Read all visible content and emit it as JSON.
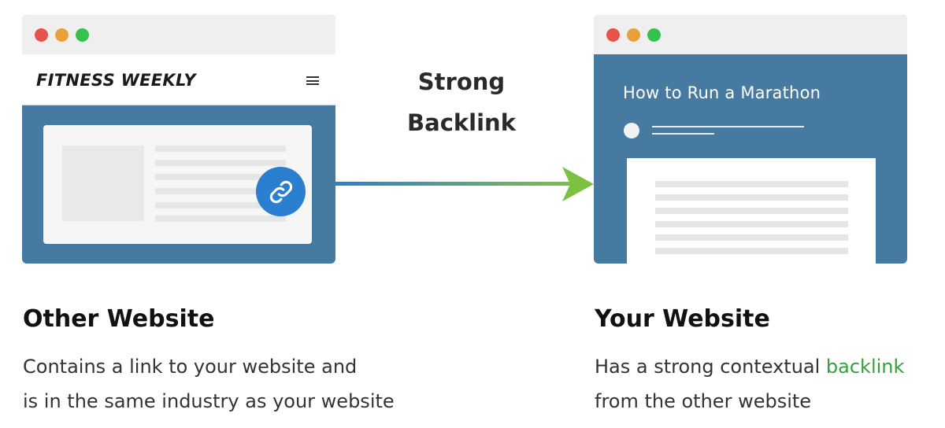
{
  "left_site": {
    "logo": "FITNESS WEEKLY",
    "icons": {
      "menu": "hamburger-icon",
      "link": "link-icon"
    },
    "colors": {
      "body": "#467aa0",
      "link_badge": "#2b7fd0"
    }
  },
  "right_site": {
    "article_title": "How to Run a Marathon",
    "colors": {
      "body": "#467aa0"
    }
  },
  "arrow": {
    "label_line1": "Strong",
    "label_line2": "Backlink",
    "colors": {
      "start": "#2b7fd0",
      "end": "#7cc242"
    }
  },
  "captions": {
    "left": {
      "title": "Other Website",
      "line1": "Contains a link to your website and",
      "line2": "is in the same industry as your website"
    },
    "right": {
      "title": "Your Website",
      "line1_prefix": "Has a strong contextual ",
      "line1_highlight": "backlink",
      "line2": "from the other website",
      "highlight_color": "#34a040"
    }
  },
  "window_dots": {
    "red": "#e5534b",
    "orange": "#e8a13a",
    "green": "#34c24a"
  }
}
